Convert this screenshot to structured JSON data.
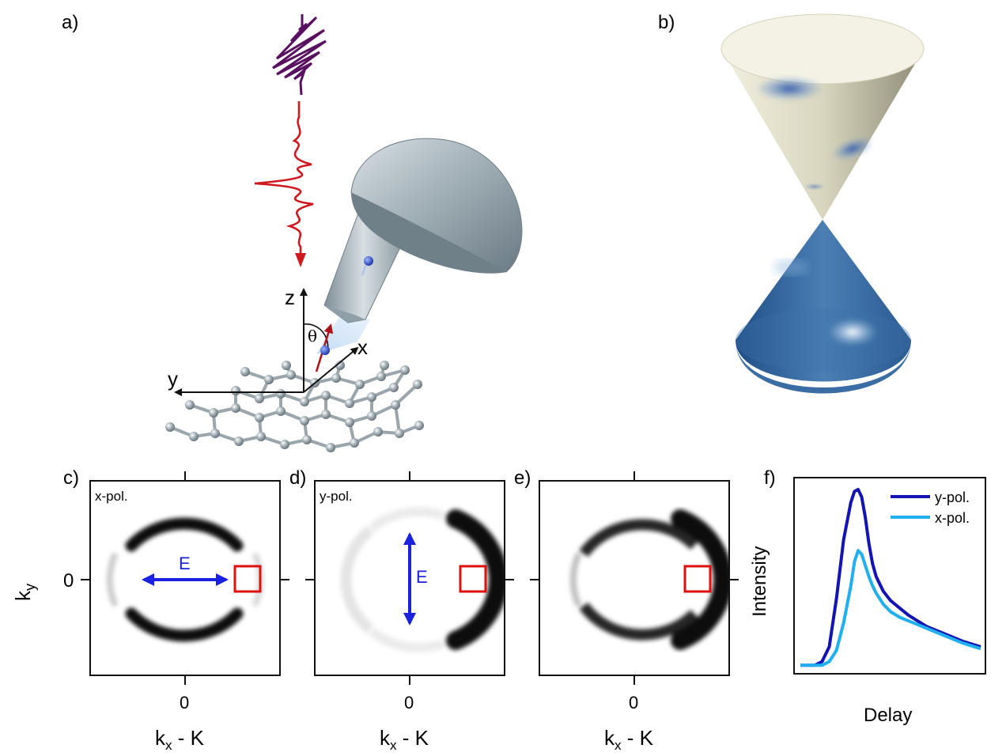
{
  "panels": {
    "a": "a)",
    "b": "b)",
    "c": "c)",
    "d": "d)",
    "e": "e)",
    "f": "f)"
  },
  "setup": {
    "axis_z": "z",
    "axis_x": "x",
    "axis_y": "y",
    "angle": "θ"
  },
  "maps": {
    "ylabel_main": "k",
    "ylabel_sub": "y",
    "xlabel_main": "k",
    "xlabel_sub": "x",
    "xlabel_suffix": " - K",
    "tick_zero": "0",
    "c_tag": "x-pol.",
    "d_tag": "y-pol.",
    "field_label": "E"
  },
  "chart_data": {
    "type": "line",
    "xlabel": "Delay",
    "ylabel": "Intensity",
    "series": [
      {
        "name": "y-pol.",
        "color": "#1414b4",
        "x": [
          0,
          0.04,
          0.08,
          0.12,
          0.16,
          0.2,
          0.24,
          0.28,
          0.3,
          0.32,
          0.34,
          0.36,
          0.38,
          0.4,
          0.42,
          0.44,
          0.46,
          0.5,
          0.55,
          0.6,
          0.65,
          0.7,
          0.8,
          0.9,
          1.0
        ],
        "values": [
          0.02,
          0.02,
          0.02,
          0.04,
          0.12,
          0.38,
          0.7,
          0.9,
          0.96,
          0.97,
          0.93,
          0.82,
          0.68,
          0.57,
          0.5,
          0.46,
          0.42,
          0.37,
          0.33,
          0.29,
          0.26,
          0.23,
          0.19,
          0.15,
          0.12
        ]
      },
      {
        "name": "x-pol.",
        "color": "#20b0f0",
        "x": [
          0,
          0.04,
          0.08,
          0.12,
          0.16,
          0.2,
          0.24,
          0.28,
          0.3,
          0.32,
          0.34,
          0.36,
          0.38,
          0.4,
          0.42,
          0.44,
          0.46,
          0.5,
          0.55,
          0.6,
          0.65,
          0.7,
          0.8,
          0.9,
          1.0
        ],
        "values": [
          0.02,
          0.02,
          0.02,
          0.02,
          0.04,
          0.1,
          0.25,
          0.45,
          0.58,
          0.64,
          0.62,
          0.56,
          0.5,
          0.45,
          0.41,
          0.38,
          0.35,
          0.31,
          0.28,
          0.26,
          0.24,
          0.22,
          0.18,
          0.14,
          0.11
        ]
      }
    ]
  },
  "colors": {
    "pulse_red": "#d01820",
    "pulse_purple": "#5a1060",
    "field_arrow": "#1a22e0",
    "roi_box": "#e01010",
    "analyzer": "#8a9aa4",
    "electron": "#2a48c8"
  }
}
